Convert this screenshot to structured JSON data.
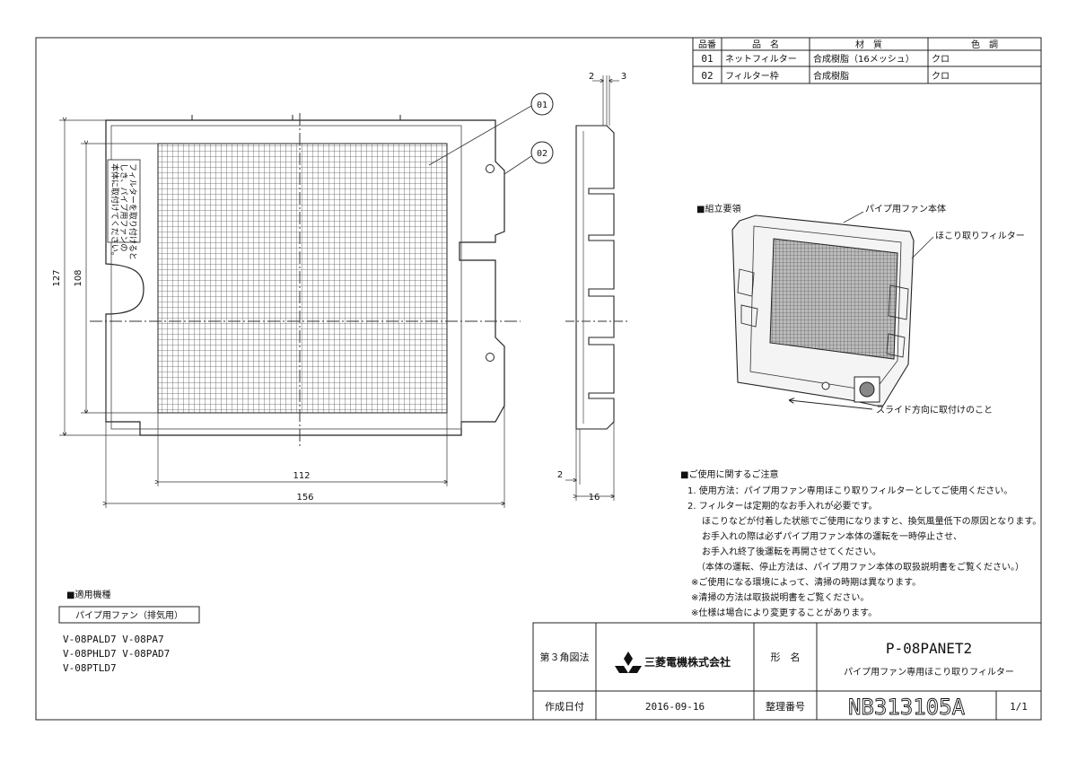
{
  "parts_table": {
    "headers": [
      "品番",
      "品　名",
      "材　質",
      "色　調"
    ],
    "rows": [
      {
        "no": "01",
        "name": "ネットフィルター",
        "material": "合成樹脂（16メッシュ）",
        "color": "クロ"
      },
      {
        "no": "02",
        "name": "フィルター枠",
        "material": "合成樹脂",
        "color": "クロ"
      }
    ]
  },
  "drawing": {
    "callouts": [
      "01",
      "02"
    ],
    "dims": {
      "height_outer": "127",
      "height_inner": "108",
      "width_inner": "112",
      "width_outer": "156",
      "side_top_a": "2",
      "side_top_b": "3",
      "side_bottom_a": "2",
      "side_depth": "16"
    },
    "frame_label_lines": [
      "フィルターを取り付けると",
      "しき、パイプ用ファンの",
      "本体に取付けてください。"
    ]
  },
  "assembly": {
    "title": "■組立要領",
    "label_fan": "パイプ用ファン本体",
    "label_filter": "ほこり取りフィルター",
    "label_slide": "スライド方向に取付けのこと"
  },
  "notes": {
    "title": "■ご使用に関するご注意",
    "lines": [
      "1. 使用方法：パイプ用ファン専用ほこり取りフィルターとしてご使用ください。",
      "2. フィルターは定期的なお手入れが必要です。",
      "ほこりなどが付着した状態でご使用になりますと、換気風量低下の原因となります。",
      "お手入れの際は必ずパイプ用ファン本体の運転を一時停止させ、",
      "お手入れ終了後運転を再開させてください。",
      "（本体の運転、停止方法は、パイプ用ファン本体の取扱説明書をご覧ください。）",
      "※ご使用になる環境によって、清掃の時期は異なります。",
      "※清掃の方法は取扱説明書をご覧ください。",
      "※仕様は場合により変更することがあります。"
    ]
  },
  "applicable": {
    "title": "■適用機種",
    "header": "パイプ用ファン（排気用）",
    "models": [
      "V-08PALD7  V-08PA7",
      "V-08PHLD7  V-08PAD7",
      "V-08PTLD7"
    ]
  },
  "title_block": {
    "projection": "第３角図法",
    "company": "三菱電機株式会社",
    "name_label": "形　名",
    "model": "P-08PANET2",
    "product": "パイプ用ファン専用ほこり取りフィルター",
    "date_label": "作成日付",
    "date": "2016-09-16",
    "ref_label": "整理番号",
    "ref_no": "NB313105A",
    "sheet": "1/1"
  }
}
